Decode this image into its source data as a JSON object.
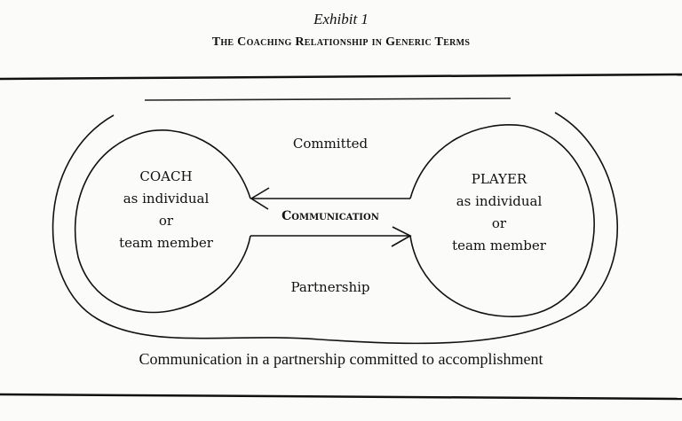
{
  "header": {
    "title": "Exhibit 1",
    "subtitle": "The Coaching Relationship in Generic Terms"
  },
  "diagram": {
    "top_label": "Committed",
    "middle_label": "Communication",
    "bottom_label": "Partnership",
    "coach": {
      "name": "COACH",
      "line2": "as individual",
      "line3": "or",
      "line4": "team member"
    },
    "player": {
      "name": "PLAYER",
      "line2": "as individual",
      "line3": "or",
      "line4": "team member"
    },
    "arrows": [
      {
        "from": "PLAYER",
        "to": "COACH",
        "direction": "left"
      },
      {
        "from": "COACH",
        "to": "PLAYER",
        "direction": "right"
      }
    ]
  },
  "caption": "Communication in a partnership committed to accomplishment"
}
